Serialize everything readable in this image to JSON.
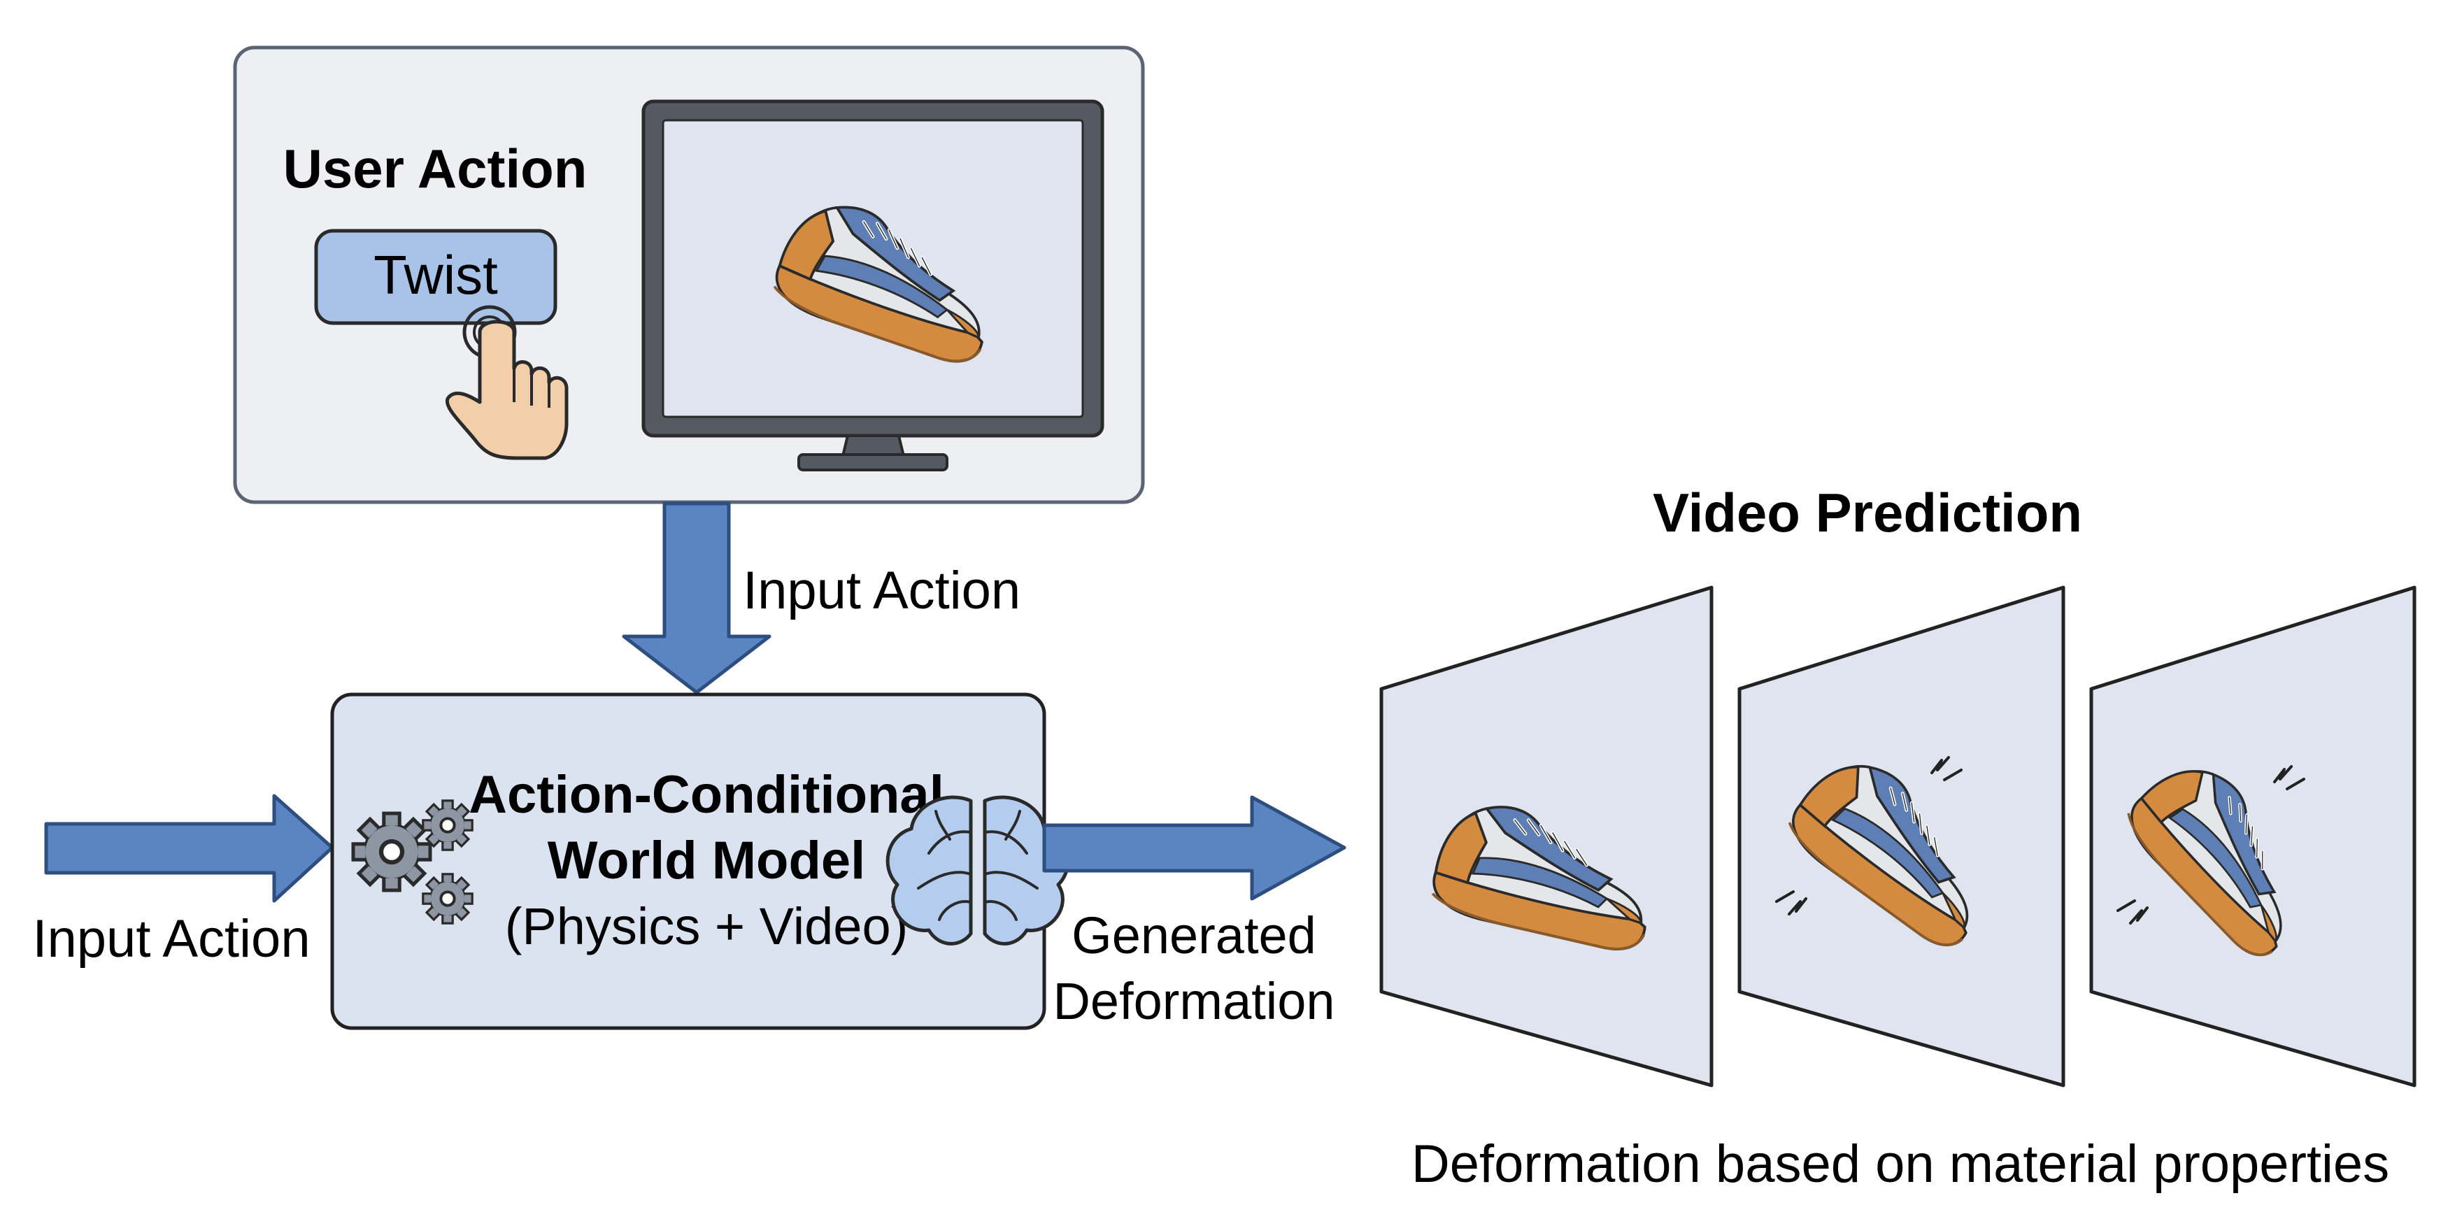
{
  "user_action_panel": {
    "heading": "User Action",
    "button_label": "Twist",
    "monitor_icon": "monitor-icon",
    "hand_icon": "pointing-hand-icon",
    "shoe_icon": "sneaker-icon"
  },
  "arrows": {
    "top_input_label": "Input Action",
    "left_input_label": "Input Action",
    "output_label_line1": "Generated",
    "output_label_line2": "Deformation"
  },
  "world_model": {
    "title_line1": "Action-Conditional",
    "title_line2": "World Model",
    "subtitle": "(Physics + Video)",
    "left_icon": "gears-icon",
    "right_icon": "brain-icon"
  },
  "video_prediction": {
    "title": "Video Prediction",
    "caption": "Deformation based on material properties",
    "frames": [
      {
        "icon": "sneaker-icon",
        "state": "original"
      },
      {
        "icon": "sneaker-twisted-icon",
        "state": "twisted"
      },
      {
        "icon": "sneaker-twisted-icon",
        "state": "twisted"
      }
    ]
  },
  "colors": {
    "panel_fill": "#eeeff3",
    "panel_stroke": "#5a6473",
    "box_fill": "#dbe3f1",
    "box_stroke": "#222222",
    "arrow_fill": "#5b85c2",
    "arrow_stroke": "#2e4e80",
    "frame_fill": "#dfe4ef",
    "shoe_blue": "#5d7fb6",
    "shoe_orange": "#d48b3f",
    "shoe_white": "#e4e6ea"
  }
}
